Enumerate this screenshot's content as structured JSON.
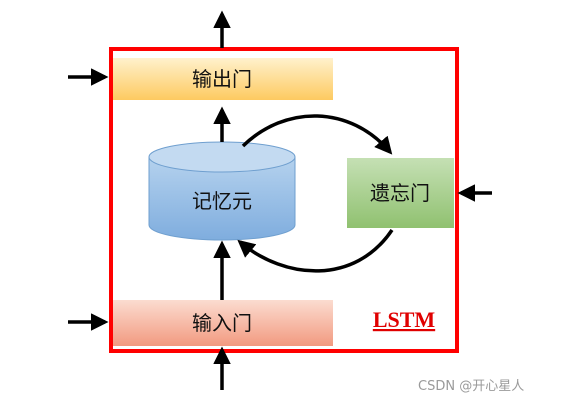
{
  "diagram": {
    "lstm_label": "LSTM",
    "output_gate": "输出门",
    "input_gate": "输入门",
    "forget_gate": "遗忘门",
    "memory_cell": "记忆元"
  },
  "watermark": "CSDN @开心星人",
  "colors": {
    "border": "#ff0000",
    "output_gate": "#fed680",
    "input_gate": "#f4b29d",
    "forget_gate": "#a9d18e",
    "memory_cell": "#9dc3e6",
    "arrow": "#000000"
  }
}
